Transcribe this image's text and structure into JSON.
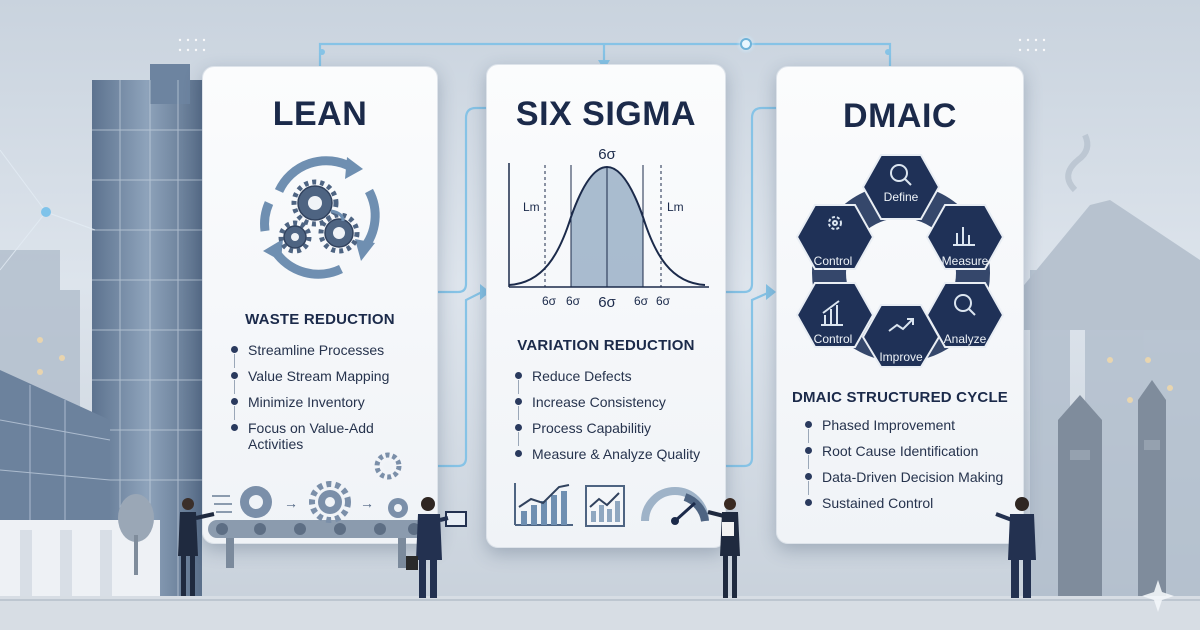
{
  "panels": {
    "lean": {
      "title": "LEAN",
      "subtitle": "WASTE REDUCTION",
      "items": [
        "Streamline Processes",
        "Value Stream Mapping",
        "Minimize Inventory",
        "Focus on Value-Add Activities"
      ]
    },
    "six_sigma": {
      "title": "SIX SIGMA",
      "subtitle": "VARIATION REDUCTION",
      "chart_peak_label": "6σ",
      "chart_left_limit": "Lm",
      "chart_right_limit": "Lm",
      "chart_ticks": [
        "6σ",
        "6σ",
        "6σ",
        "6σ",
        "6σ"
      ],
      "items": [
        "Reduce Defects",
        "Increase Consistency",
        "Process Capabilitiy",
        "Measure & Analyze Quality"
      ]
    },
    "dmaic": {
      "title": "DMAIC",
      "subtitle": "DMAIC STRUCTURED CYCLE",
      "cycle": [
        "Define",
        "Measure",
        "Analyze",
        "Improve",
        "Control",
        "Control"
      ],
      "items": [
        "Phased Improvement",
        "Root Cause Identification",
        "Data-Driven Decision Making",
        "Sustained Control"
      ]
    }
  },
  "colors": {
    "navy": "#1f3157",
    "accent": "#6fb3d9",
    "chart_fill": "#8fa7c0"
  },
  "icons": [
    "gear-cycle-icon",
    "bar-chart-icon",
    "trend-chart-icon",
    "gauge-icon",
    "magnifier-icon",
    "sparkle-icon"
  ]
}
